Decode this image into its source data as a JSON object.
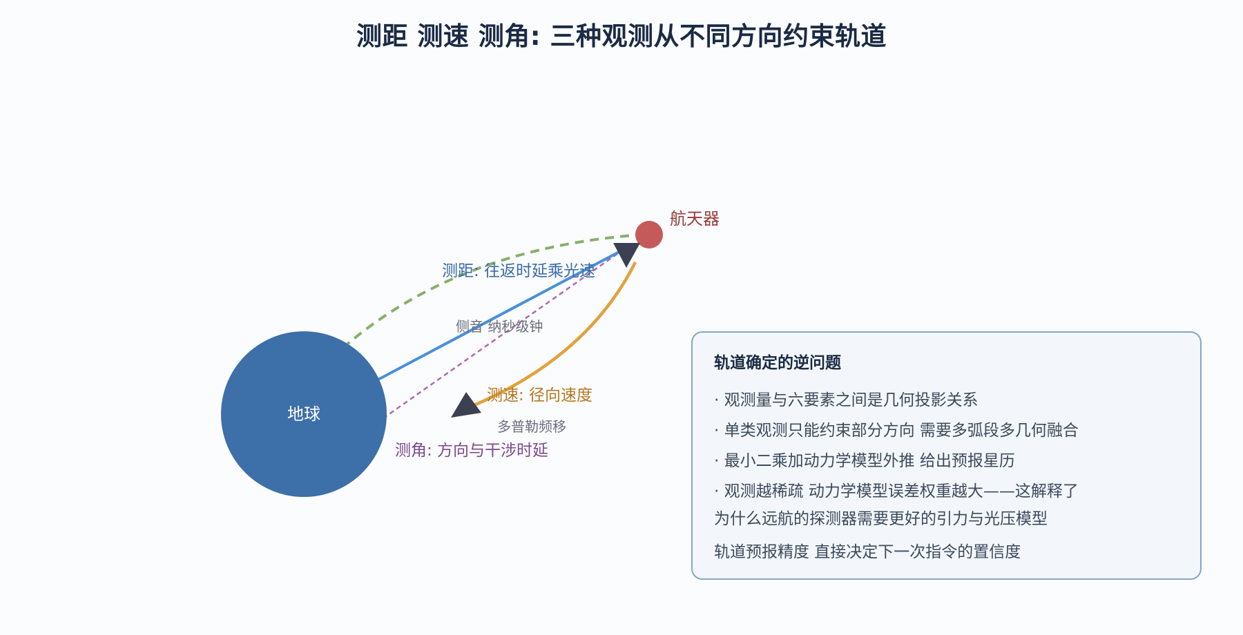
{
  "title": "测距 测速 测角: 三种观测从不同方向约束轨道",
  "colors": {
    "earth": "#3d6fa8",
    "spacecraft": "#c45a5a",
    "ranging": "#4a90d9",
    "velocity": "#e3a03c",
    "angle": "#b067b4",
    "orbit": "#86b06a",
    "arrowhead": "#3d3f52"
  },
  "nodes": {
    "earth_label": "地球",
    "spacecraft_label": "航天器"
  },
  "links": {
    "ranging_label": "测距: 往返时延乘光速",
    "ranging_sub": "侧音 纳秒级钟",
    "velocity_label": "测速: 径向速度",
    "velocity_sub": "多普勒频移",
    "angle_label": "测角: 方向与干涉时延"
  },
  "panel": {
    "heading": "轨道确定的逆问题",
    "lines": [
      "· 观测量与六要素之间是几何投影关系",
      "· 单类观测只能约束部分方向 需要多弧段多几何融合",
      "· 最小二乘加动力学模型外推 给出预报星历",
      "· 观测越稀疏 动力学模型误差权重越大——这解释了",
      "为什么远航的探测器需要更好的引力与光压模型",
      "轨道预报精度 直接决定下一次指令的置信度"
    ]
  }
}
